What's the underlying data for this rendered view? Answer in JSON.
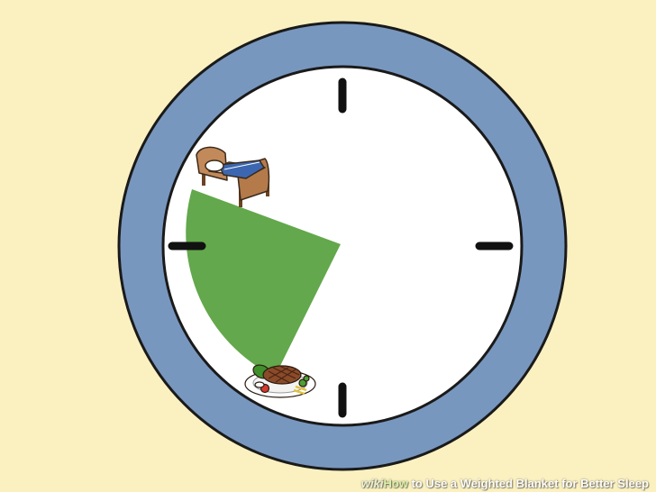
{
  "illustration": {
    "subject": "wall clock with shaded time span from a dinner plate to a bed",
    "icons": [
      "bed-icon",
      "steak-dinner-icon"
    ],
    "colors": {
      "background": "#fbf1c0",
      "clock_rim": "#7897bf",
      "clock_face": "#ffffff",
      "shaded_span": "#63a84c",
      "tick_marks": "#111111"
    }
  },
  "watermark": {
    "brand": "wiki",
    "lead": "How",
    "rest": " to Use a Weighted Blanket for Better Sleep"
  }
}
